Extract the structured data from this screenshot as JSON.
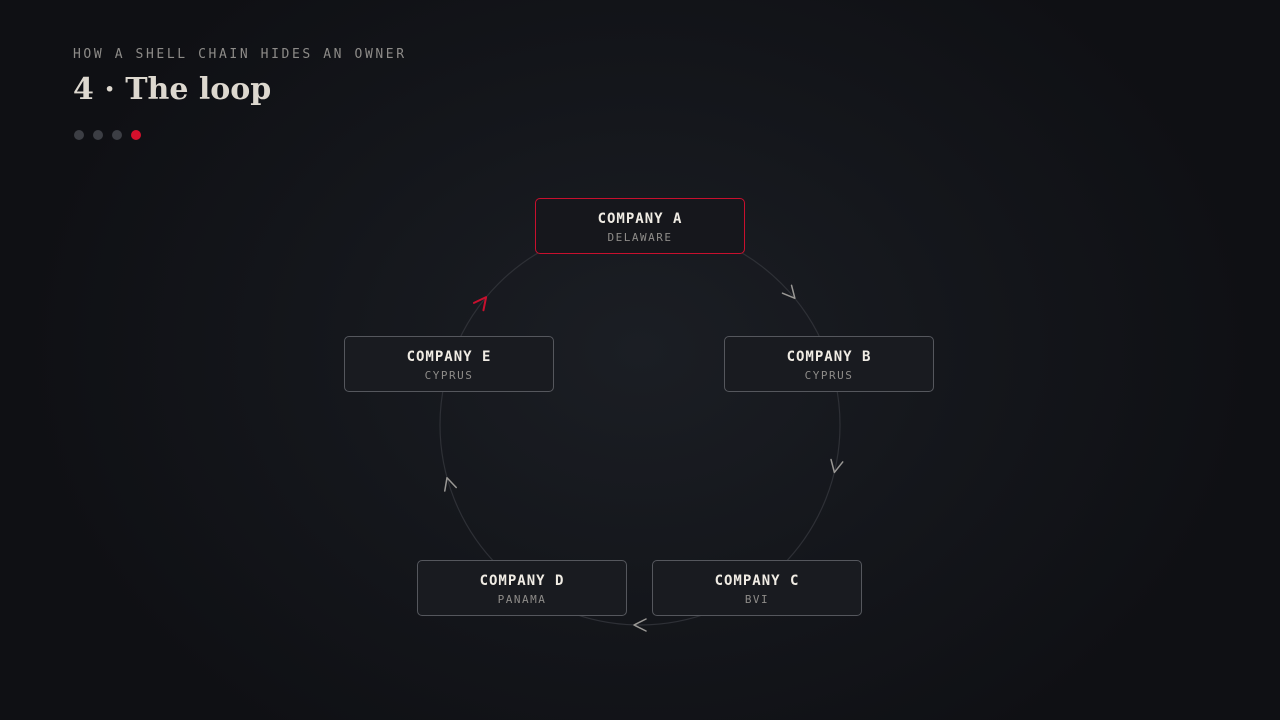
{
  "header": {
    "kicker": "HOW A SHELL CHAIN HIDES AN OWNER",
    "title": "4 · The loop"
  },
  "steps": {
    "total": 4,
    "active_index": 3
  },
  "colors": {
    "accent": "#c8102e",
    "edge": "#2e3036",
    "arrow": "#9a9895"
  },
  "nodes": [
    {
      "id": "a",
      "name": "COMPANY A",
      "location": "DELAWARE",
      "highlighted": true
    },
    {
      "id": "b",
      "name": "COMPANY B",
      "location": "CYPRUS",
      "highlighted": false
    },
    {
      "id": "c",
      "name": "COMPANY C",
      "location": "BVI",
      "highlighted": false
    },
    {
      "id": "d",
      "name": "COMPANY D",
      "location": "PANAMA",
      "highlighted": false
    },
    {
      "id": "e",
      "name": "COMPANY E",
      "location": "CYPRUS",
      "highlighted": false
    }
  ],
  "edges": [
    {
      "from": "a",
      "to": "b",
      "highlighted": false
    },
    {
      "from": "b",
      "to": "c",
      "highlighted": false
    },
    {
      "from": "c",
      "to": "d",
      "highlighted": false
    },
    {
      "from": "d",
      "to": "e",
      "highlighted": false
    },
    {
      "from": "e",
      "to": "a",
      "highlighted": true
    }
  ]
}
